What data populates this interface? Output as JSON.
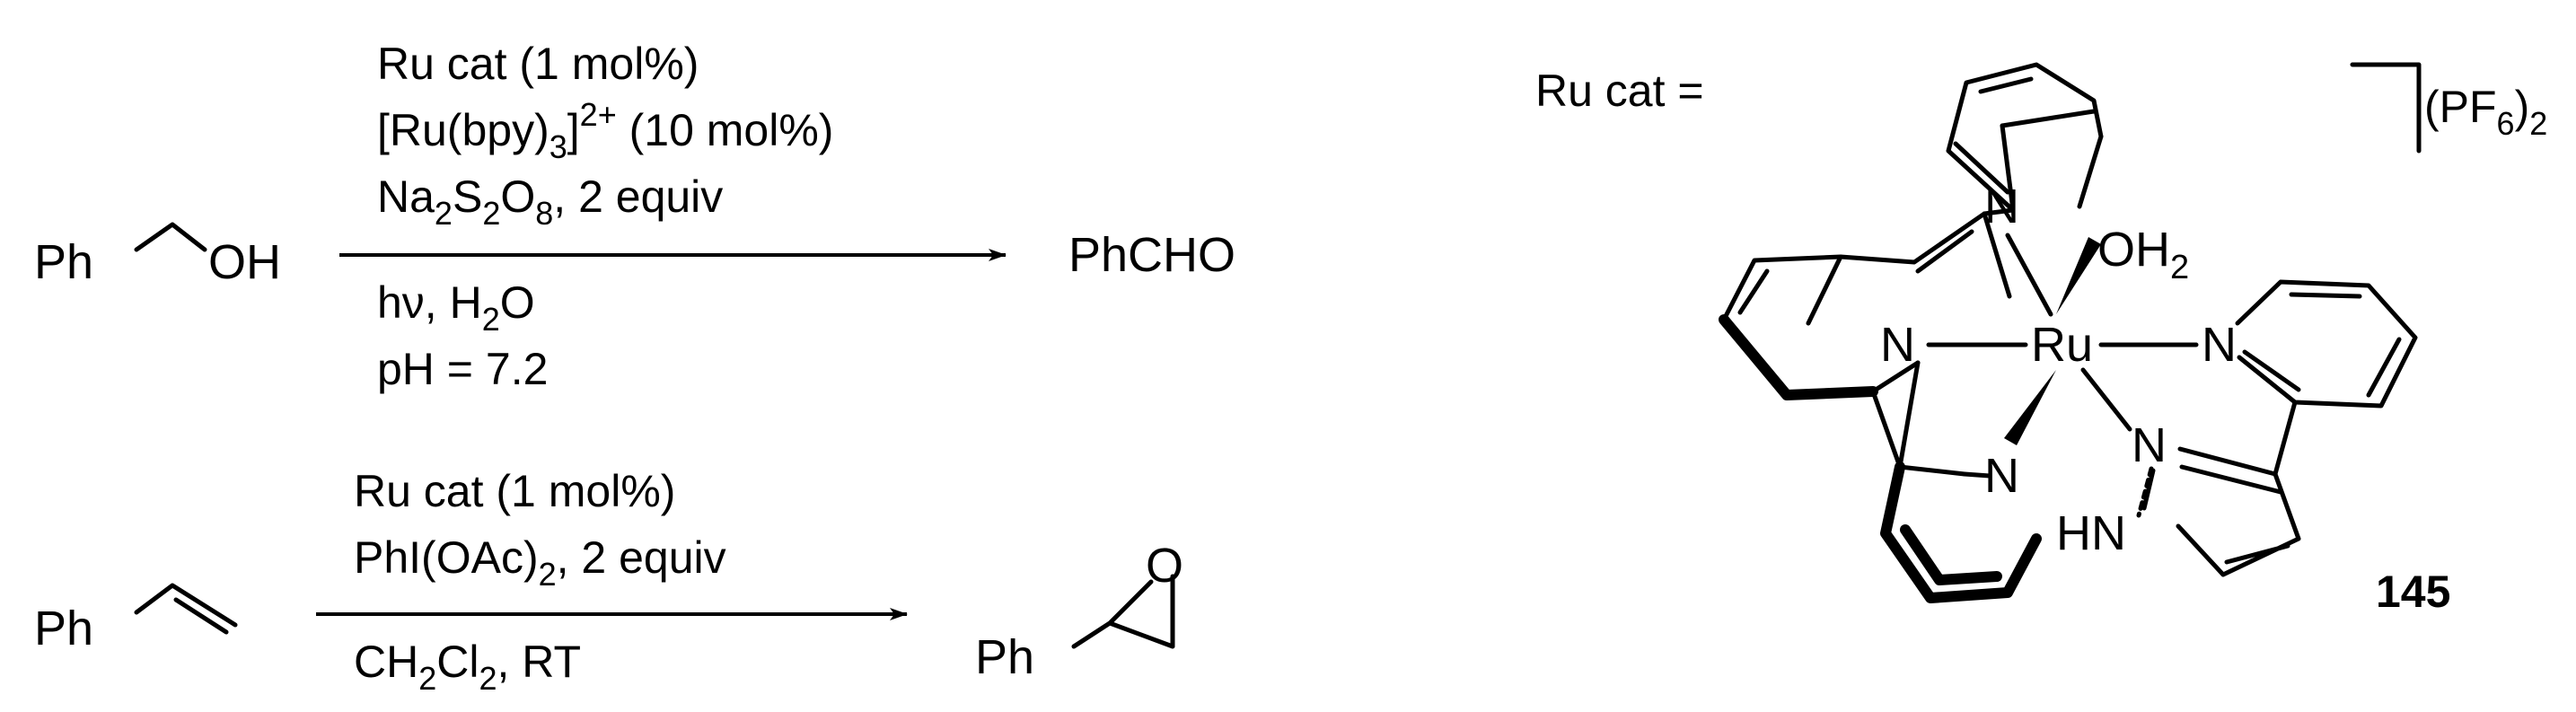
{
  "reaction1": {
    "reactant_ph": "Ph",
    "reactant_oh": "OH",
    "conditions_above": [
      "Ru cat (1 mol%)",
      "[Ru(bpy)",
      "3",
      "]",
      "2+",
      " (10 mol%)",
      "Na",
      "2",
      "S",
      "2",
      "O",
      "8",
      ", 2 equiv"
    ],
    "cond_line1": "Ru cat (1 mol%)",
    "cond_line2_a": "[Ru(bpy)",
    "cond_line2_sub": "3",
    "cond_line2_b": "]",
    "cond_line2_sup": "2+",
    "cond_line2_c": " (10 mol%)",
    "cond_line3_a": "Na",
    "cond_line3_sub1": "2",
    "cond_line3_b": "S",
    "cond_line3_sub2": "2",
    "cond_line3_c": "O",
    "cond_line3_sub3": "8",
    "cond_line3_d": ", 2 equiv",
    "cond_below1_a": "hν, H",
    "cond_below1_sub": "2",
    "cond_below1_b": "O",
    "cond_below2": "pH = 7.2",
    "product": "PhCHO"
  },
  "reaction2": {
    "reactant_ph": "Ph",
    "cond_line1": "Ru cat (1 mol%)",
    "cond_line2": "PhI(OAc)",
    "cond_line2_sub": "2",
    "cond_line2_c": ", 2 equiv",
    "cond_below_a": "CH",
    "cond_below_sub1": "2",
    "cond_below_b": "Cl",
    "cond_below_sub2": "2",
    "cond_below_c": ", RT",
    "product_ph": "Ph",
    "product_o": "O"
  },
  "catalyst": {
    "label": "Ru cat =",
    "counterion_a": "(PF",
    "counterion_sub": "6",
    "counterion_b": ")",
    "counterion_sub2": "2",
    "ru": "Ru",
    "water_a": "OH",
    "water_sub": "2",
    "n": "N",
    "hn": "HN",
    "compound_number": "145"
  }
}
